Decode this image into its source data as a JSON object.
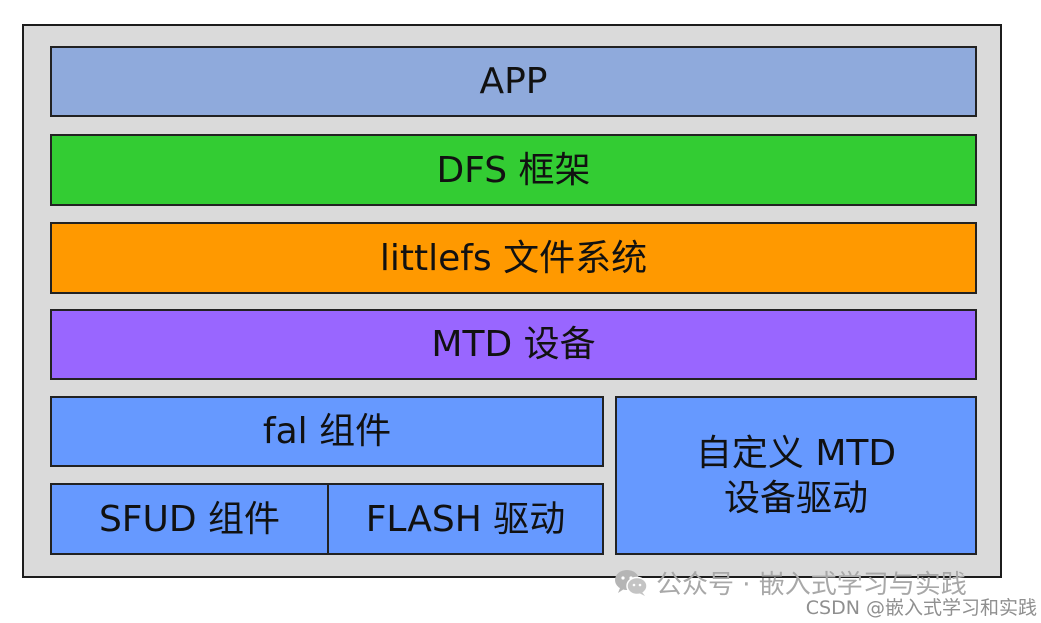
{
  "layers": {
    "app": {
      "label": "APP",
      "color": "#8faadc"
    },
    "dfs": {
      "label": "DFS 框架",
      "color": "#33cc33"
    },
    "littlefs": {
      "label": "littlefs 文件系统",
      "color": "#ff9900"
    },
    "mtd": {
      "label": "MTD 设备",
      "color": "#9966ff"
    },
    "fal": {
      "label": "fal 组件",
      "color": "#6699ff"
    },
    "sfud": {
      "label": "SFUD 组件",
      "color": "#6699ff"
    },
    "flash": {
      "label": "FLASH 驱动",
      "color": "#6699ff"
    },
    "custom_mtd": {
      "line1": "自定义 MTD",
      "line2": "设备驱动",
      "color": "#6699ff"
    }
  },
  "watermarks": {
    "wechat_text": "公众号 · 嵌入式学习与实践",
    "wechat_icon": "wechat-icon",
    "csdn_text": "CSDN @嵌入式学习和实践"
  }
}
